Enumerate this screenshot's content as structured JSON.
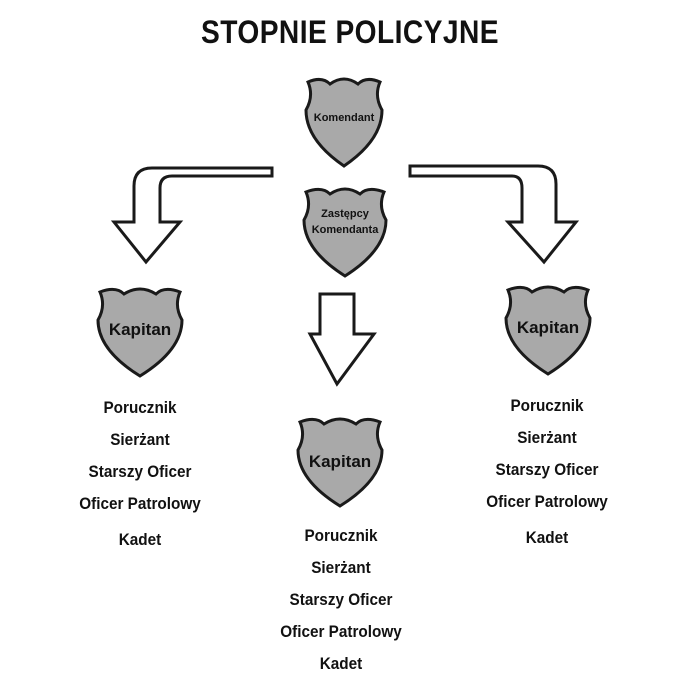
{
  "title": "STOPNIE POLICYJNE",
  "top": {
    "commander": "Komendant",
    "deputy_line1": "Zastępcy",
    "deputy_line2": "Komendanta"
  },
  "branches": [
    {
      "captain": "Kapitan",
      "ranks": [
        "Porucznik",
        "Sierżant",
        "Starszy Oficer",
        "Oficer Patrolowy",
        "Kadet"
      ]
    },
    {
      "captain": "Kapitan",
      "ranks": [
        "Porucznik",
        "Sierżant",
        "Starszy Oficer",
        "Oficer Patrolowy",
        "Kadet"
      ]
    },
    {
      "captain": "Kapitan",
      "ranks": [
        "Porucznik",
        "Sierżant",
        "Starszy Oficer",
        "Oficer Patrolowy",
        "Kadet"
      ]
    }
  ],
  "colors": {
    "badge_fill": "#a9a9a9",
    "outline": "#1a1a1a",
    "background": "#ffffff"
  }
}
